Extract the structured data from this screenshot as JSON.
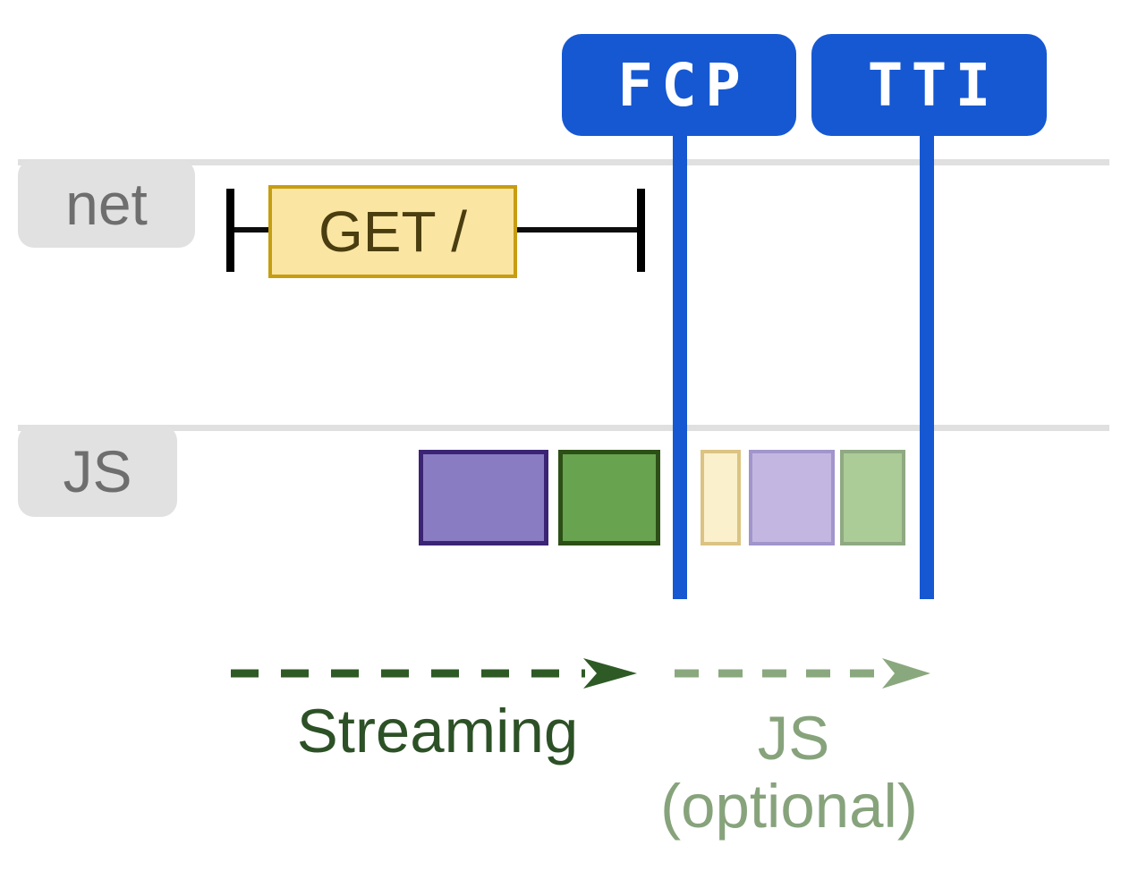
{
  "diagram": {
    "markers": [
      {
        "id": "fcp",
        "label": "FCP"
      },
      {
        "id": "tti",
        "label": "TTI"
      }
    ],
    "tracks": [
      {
        "id": "net",
        "label": "net"
      },
      {
        "id": "js",
        "label": "JS"
      }
    ],
    "network_request": {
      "label": "GET /"
    },
    "phases": [
      {
        "id": "streaming",
        "label": "Streaming"
      },
      {
        "id": "js-optional",
        "label": "JS",
        "sublabel": "(optional)"
      }
    ],
    "js_tasks": [
      {
        "name": "solid-purple-task",
        "fill": "#8a7cc2",
        "border": "#3b2474"
      },
      {
        "name": "solid-green-task",
        "fill": "#68a350",
        "border": "#2c4f16"
      },
      {
        "name": "faded-yellow-task",
        "fill": "#faf0cb",
        "border": "#dbc383"
      },
      {
        "name": "faded-purple-task",
        "fill": "#c3b7e2",
        "border": "#a195cb"
      },
      {
        "name": "faded-green-task",
        "fill": "#abcb97",
        "border": "#8fa982"
      }
    ]
  },
  "colors": {
    "marker_blue": "#1658d2",
    "track_line_gray": "#e0e0e0",
    "track_label_text": "#6e6e6e",
    "request_fill": "#fbe5a3",
    "request_border": "#c79d11",
    "request_text": "#4a3d0f",
    "streaming_green": "#2d5126",
    "streaming_arrow": "#2e5a26",
    "optional_sage": "#87a37c",
    "optional_arrow": "#8aa87e"
  }
}
